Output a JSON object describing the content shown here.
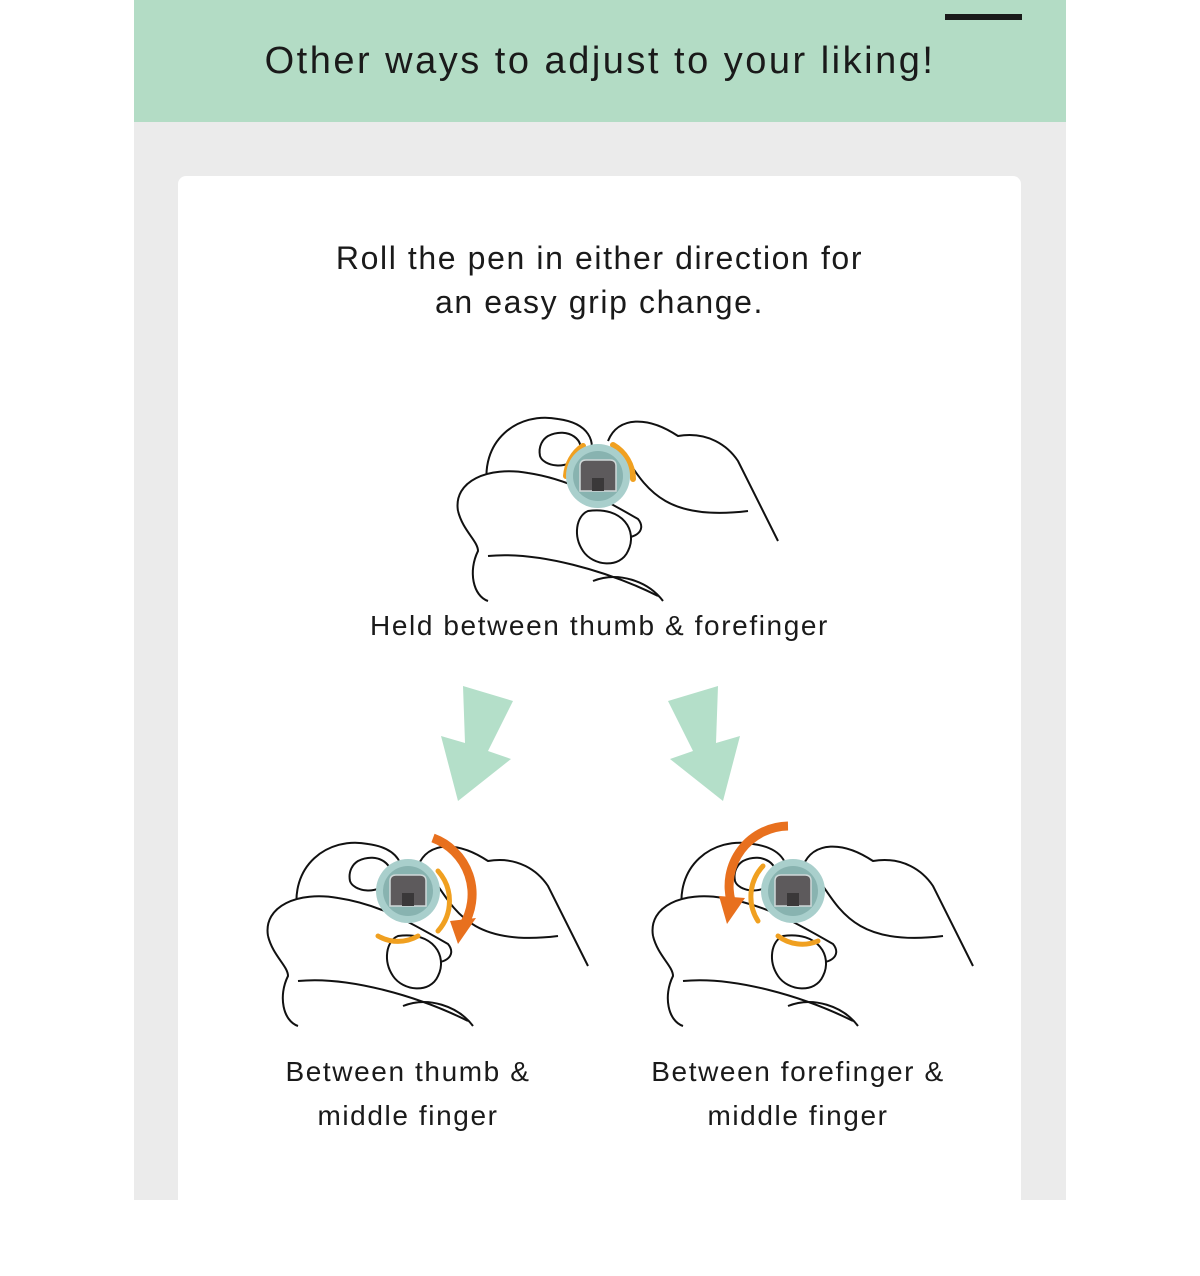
{
  "header": {
    "title": "Other ways to adjust to your liking!"
  },
  "intro": {
    "line1": "Roll the pen in either direction for",
    "line2": "an easy grip change."
  },
  "grips": [
    {
      "caption": "Held between thumb & forefinger"
    },
    {
      "caption_line1": "Between thumb &",
      "caption_line2": "middle finger"
    },
    {
      "caption_line1": "Between forefinger &",
      "caption_line2": "middle finger"
    }
  ],
  "colors": {
    "header": "#b3dcc5",
    "arrow": "#b4dfc9",
    "rotate": "#e8701e",
    "highlight": "#f0a020",
    "pen_ring": "#a9cfcc"
  }
}
